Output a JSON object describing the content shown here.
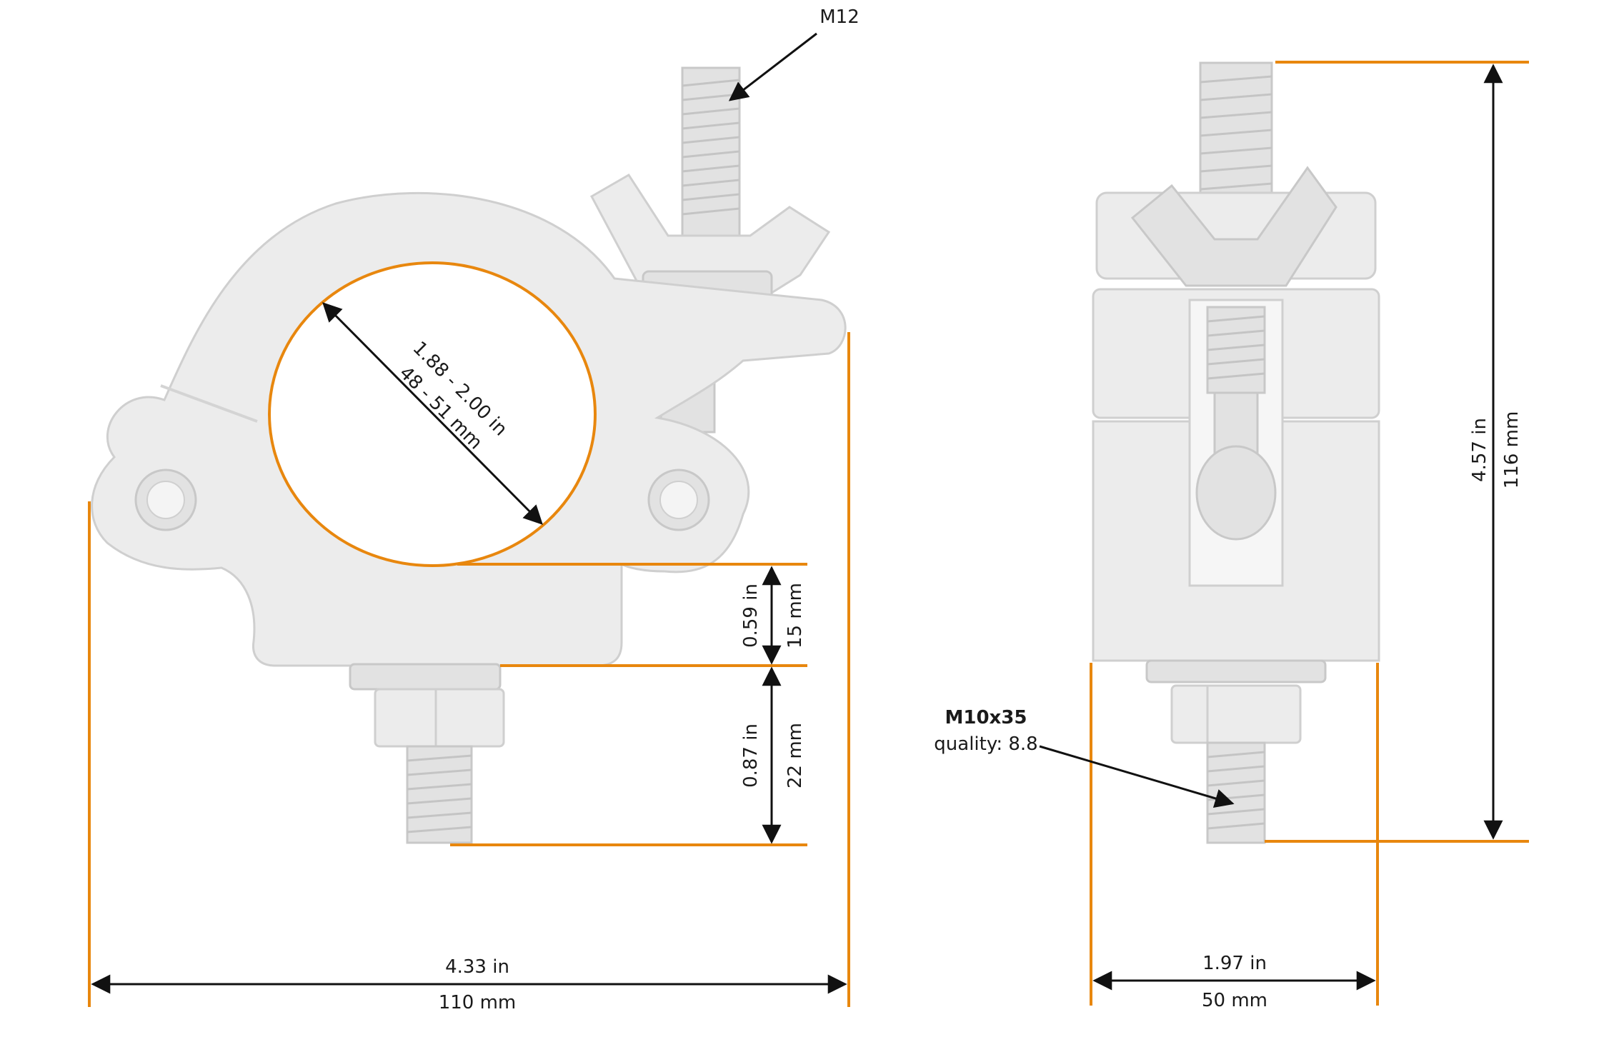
{
  "colors": {
    "accent": "#e8870e",
    "dimension_line": "#111111",
    "metal_fill": "#ececec",
    "metal_edge": "#cfcfcf"
  },
  "front_view": {
    "bolt_label": "M12",
    "tube_diameter_in": "1.88 - 2.00 in",
    "tube_diameter_mm": "48 - 51 mm",
    "base_height_in": "0.59 in",
    "base_height_mm": "15 mm",
    "bolt_length_in": "0.87 in",
    "bolt_length_mm": "22 mm",
    "width_in": "4.33 in",
    "width_mm": "110 mm"
  },
  "side_view": {
    "bolt_spec": "M10x35",
    "bolt_quality": "quality: 8.8",
    "height_in": "4.57 in",
    "height_mm": "116 mm",
    "width_in": "1.97 in",
    "width_mm": "50 mm"
  }
}
